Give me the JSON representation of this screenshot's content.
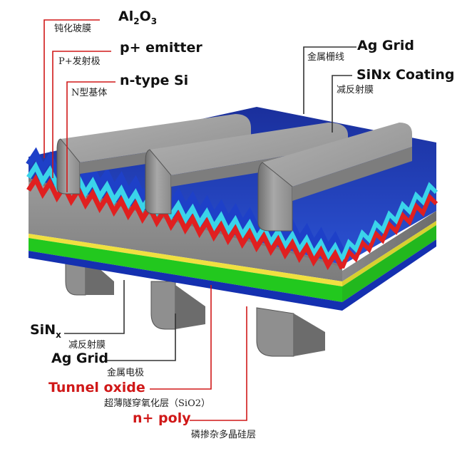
{
  "labels": {
    "al2o3": {
      "base": "Al",
      "sub1": "2",
      "mid": "O",
      "sub2": "3"
    },
    "al2o3_cn": "钝化玻膜",
    "p_emitter": "p+ emitter",
    "p_emitter_cn": "P+发射极",
    "n_type": "n-type Si",
    "n_type_cn": "N型基体",
    "ag_grid_top": "Ag Grid",
    "ag_grid_top_cn": "金属栅线",
    "sinx_coating": "SiNx Coating",
    "sinx_coating_cn": "减反射膜",
    "sinx_bottom": {
      "base": "SiN",
      "sub": "x"
    },
    "sinx_bottom_cn": "减反射膜",
    "ag_grid_bottom": "Ag Grid",
    "ag_grid_bottom_cn": "金属电极",
    "tunnel_oxide": "Tunnel oxide",
    "tunnel_oxide_cn": "超薄隧穿氧化层（SiO2）",
    "n_poly": "n+ poly",
    "n_poly_cn": "磷掺杂多晶硅层"
  },
  "colors": {
    "silicon": "#8d8d8d",
    "sinx_top": "#1f3fb8",
    "al2o3": "#3ad4ea",
    "p_emitter": "#e02020",
    "tunnel_oxide": "#f0e040",
    "n_poly": "#22c81e",
    "sinx_bottom": "#1430b0",
    "ag_grid": "#9c9c9c",
    "leader_dark": "#333333",
    "leader_red": "#d01818"
  }
}
